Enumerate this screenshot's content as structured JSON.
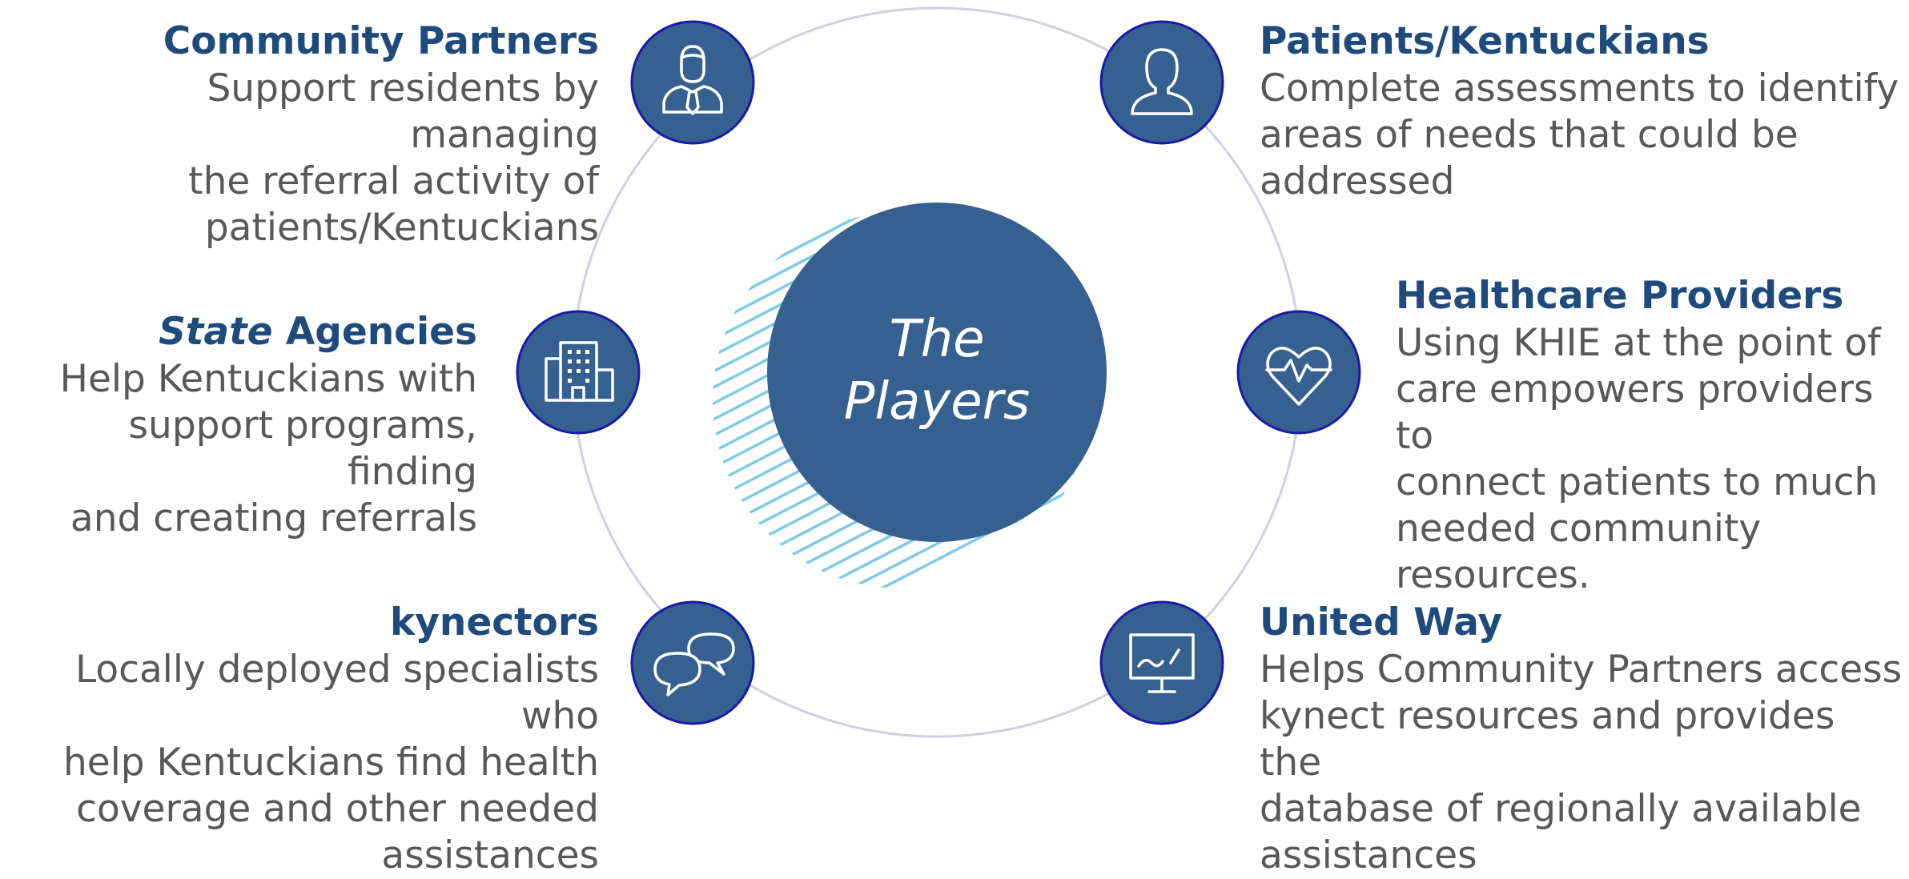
{
  "center": {
    "line1": "The",
    "line2": "Players"
  },
  "players": [
    {
      "key": "community-partners",
      "icon": "person-with-tie-icon",
      "title": "Community Partners",
      "description": [
        "Support residents by managing",
        "the referral activity of",
        "patients/Kentuckians"
      ]
    },
    {
      "key": "state-agencies",
      "icon": "office-building-icon",
      "title_em": "State",
      "title_rest": " Agencies",
      "description": [
        "Help Kentuckians with",
        "support programs, finding",
        "and creating referrals"
      ]
    },
    {
      "key": "kynectors",
      "icon": "chat-bubbles-icon",
      "title": "kynectors",
      "description": [
        "Locally deployed specialists who",
        "help Kentuckians find health",
        "coverage and other needed",
        "assistances"
      ]
    },
    {
      "key": "patients",
      "icon": "person-outline-icon",
      "title": "Patients/Kentuckians",
      "description": [
        "Complete assessments to identify",
        "areas of needs that could be",
        "addressed"
      ]
    },
    {
      "key": "healthcare-providers",
      "icon": "heart-pulse-icon",
      "title": "Healthcare Providers",
      "description": [
        "Using KHIE at the point of",
        "care empowers providers to",
        "connect patients to much",
        "needed community",
        "resources."
      ]
    },
    {
      "key": "united-way",
      "icon": "monitor-chart-icon",
      "title": "United Way",
      "description": [
        "Helps Community Partners access",
        "kynect resources and provides the",
        "database of regionally available",
        "assistances"
      ]
    }
  ],
  "colors": {
    "node_fill": "#35608f",
    "node_stroke": "#1a1aa6",
    "title": "#1f4a7c",
    "text": "#58585a",
    "ring": "#cfd0e0",
    "hatch": "#7dcbe6"
  }
}
